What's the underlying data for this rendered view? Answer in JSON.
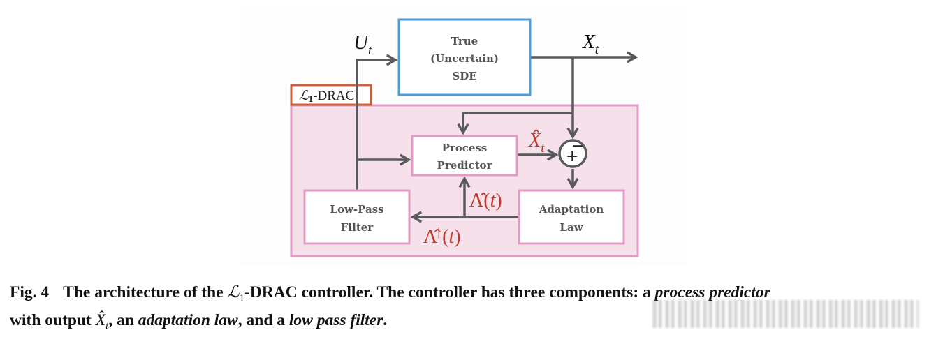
{
  "diagram": {
    "blocks": {
      "sde": {
        "lines": [
          "True",
          "(Uncertain)",
          "SDE"
        ],
        "border_color": "#4a9fd8"
      },
      "process_predictor": {
        "lines": [
          "Process",
          "Predictor"
        ],
        "border_color": "#e39ac4"
      },
      "low_pass_filter": {
        "lines": [
          "Low-Pass",
          "Filter"
        ],
        "border_color": "#e39ac4"
      },
      "adaptation_law": {
        "lines": [
          "Adaptation",
          "Law"
        ],
        "border_color": "#e39ac4"
      }
    },
    "container": {
      "label_script": "ℒ",
      "label_sub": "1",
      "label_rest": "-DRAC",
      "label_border_color": "#d0603a",
      "fill_color": "#f6e0ea",
      "border_color": "#e39ac4"
    },
    "signals": {
      "input": {
        "base": "U",
        "sub": "t"
      },
      "output": {
        "base": "X",
        "sub": "t"
      },
      "predicted_state": {
        "base": "X̂",
        "sub": "t"
      },
      "adaptive_estimate": {
        "text": "Λ̂(",
        "var": "t",
        "close": ")"
      },
      "filtered_estimate": {
        "text": "Λ̂",
        "sup": "||",
        "open": "(",
        "var": "t",
        "close": ")"
      }
    },
    "summing_junction": {
      "plus": "+",
      "minus": "−"
    },
    "line_color": "#5a5a5e",
    "math_color": "#c0392b"
  },
  "caption": {
    "fig_label": "Fig. 4",
    "line1_a": "The architecture of the ",
    "script_L": "ℒ",
    "script_sub": "1",
    "line1_b": "-DRAC controller. The controller has three components: a ",
    "process_predictor": "process predictor",
    "line2_a": "with output ",
    "xhat": "X̂",
    "xhat_sub": "t",
    "line2_b": ", an ",
    "adaptation_law": "adaptation law",
    "line2_c": ", and a ",
    "low_pass_filter": "low pass filter",
    "line2_d": "."
  }
}
